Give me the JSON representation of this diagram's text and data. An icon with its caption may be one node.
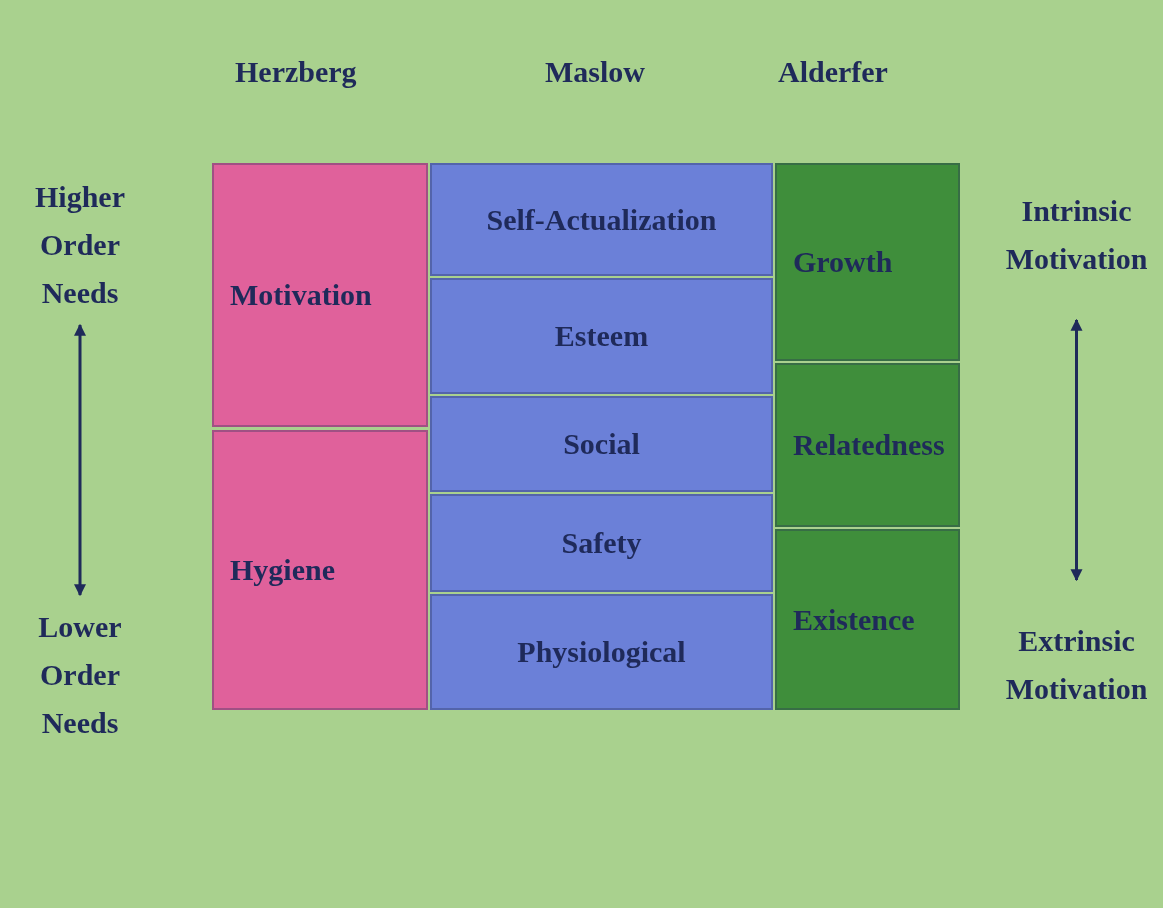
{
  "diagram": {
    "nodes": [
      {
        "text": [
          "Higher Order Needs"
        ]
      },
      {
        "text": [
          "Lower Order Needs"
        ]
      },
      {
        "text": [
          "Intrinsic Motivation"
        ]
      },
      {
        "text": [
          "Extrinsic Motivation"
        ]
      },
      {
        "text": [
          "Motivation"
        ]
      },
      {
        "text": [
          "Hygiene"
        ]
      },
      {
        "text": [
          "Self-Actualization"
        ]
      },
      {
        "text": [
          "Esteem"
        ]
      },
      {
        "text": [
          "Social"
        ]
      },
      {
        "text": [
          "Safety"
        ]
      },
      {
        "text": [
          "Physiological"
        ]
      },
      {
        "text": [
          "Growth"
        ]
      },
      {
        "text": [
          "Relatedness"
        ]
      },
      {
        "text": [
          "Existence"
        ]
      }
    ],
    "edges": [
      {
        "from": 0,
        "to": 1,
        "arrow": "both"
      },
      {
        "from": 2,
        "to": 3,
        "arrow": "both"
      }
    ],
    "labels": [
      "Herzberg",
      "Maslow",
      "Alderfer"
    ]
  }
}
